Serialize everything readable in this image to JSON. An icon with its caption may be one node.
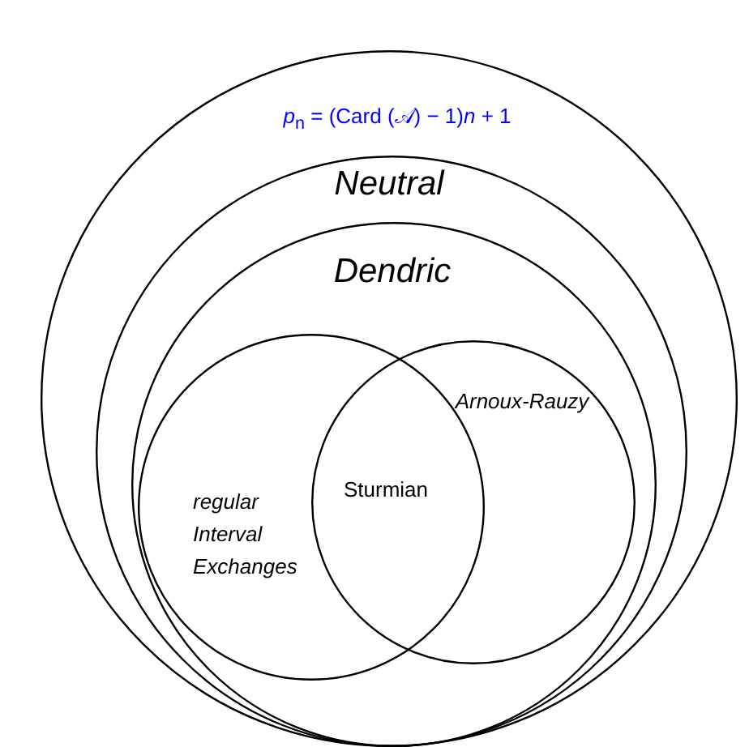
{
  "diagram": {
    "nodes": [
      {
        "text": [
          "*p*$_{n}$ = (Card (𝒜) − 1)*n* + 1"
        ]
      },
      {
        "text": [
          "Neutral"
        ],
        "in": 0
      },
      {
        "text": [
          "Dendric"
        ],
        "in": 1
      },
      {
        "text": [
          "regular Interval Exchanges"
        ],
        "in": 2
      },
      {
        "text": [
          "Arnoux-Rauzy"
        ],
        "in": 2
      },
      {
        "text": [
          "Sturmian"
        ]
      }
    ]
  }
}
